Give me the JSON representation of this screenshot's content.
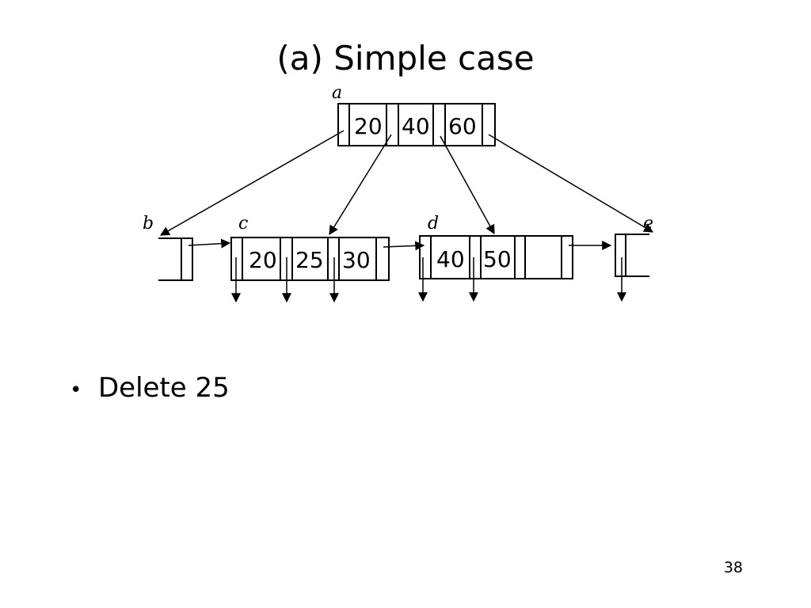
{
  "slide": {
    "title": "(a) Simple case",
    "bullet": "Delete 25",
    "page_number": "38"
  },
  "diagram": {
    "node_labels": {
      "a": "a",
      "b": "b",
      "c": "c",
      "d": "d",
      "e": "e"
    },
    "node_a_keys": [
      "20",
      "40",
      "60"
    ],
    "node_c_keys": [
      "20",
      "25",
      "30"
    ],
    "node_d_keys": [
      "40",
      "50"
    ]
  }
}
